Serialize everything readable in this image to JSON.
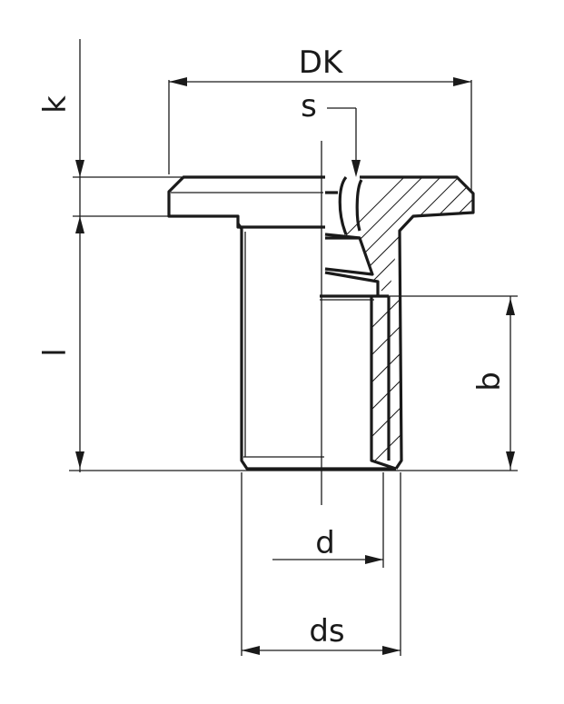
{
  "dimensions": {
    "head_diameter": "DK",
    "key_size": "s",
    "head_height": "k",
    "length": "l",
    "thread_length": "b",
    "thread_diameter": "d",
    "shank_diameter": "ds"
  }
}
